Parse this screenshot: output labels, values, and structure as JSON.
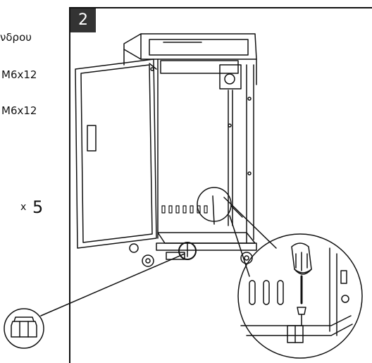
{
  "labels": {
    "cylinder_label": "νδρου",
    "bolt_1": "M6x12",
    "bolt_2": "M6x12",
    "multiplier": "x",
    "quantity": "5"
  },
  "step": {
    "number": "2"
  },
  "colors": {
    "ink": "#111111",
    "badge_bg": "#333333",
    "badge_text": "#ffffff"
  }
}
